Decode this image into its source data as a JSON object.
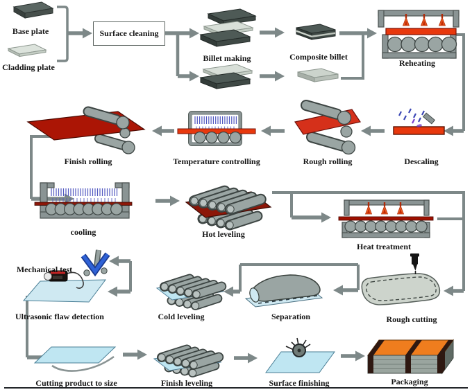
{
  "diagram": {
    "type": "process-flow",
    "labels": {
      "base_plate": "Base plate",
      "cladding_plate": "Cladding plate",
      "surface_cleaning": "Surface cleaning",
      "billet_making": "Billet making",
      "composite_billet": "Composite billet",
      "reheating": "Reheating",
      "descaling": "Descaling",
      "rough_rolling": "Rough rolling",
      "temperature_controlling": "Temperature controlling",
      "finish_rolling": "Finish rolling",
      "cooling": "cooling",
      "hot_leveling": "Hot leveling",
      "heat_treatment": "Heat treatment",
      "mechanical_test": "Mechanical test",
      "ultrasonic_flaw_detection": "Ultrasonic flaw detection",
      "cold_leveling": "Cold leveling",
      "separation": "Separation",
      "rough_cutting": "Rough cutting",
      "cutting_product_to_size": "Cutting product to size",
      "finish_leveling": "Finish leveling",
      "surface_finishing": "Surface finishing",
      "packaging": "Packaging"
    },
    "sequence": [
      "Base plate",
      "Cladding plate",
      "Surface cleaning",
      "Billet making",
      "Composite billet",
      "Reheating",
      "Descaling",
      "Rough rolling",
      "Temperature controlling",
      "Finish rolling",
      "cooling",
      "Hot leveling",
      "Heat treatment",
      "Rough cutting",
      "Separation",
      "Cold leveling",
      "Ultrasonic flaw detection",
      "Mechanical test",
      "Cutting product to size",
      "Finish leveling",
      "Surface finishing",
      "Packaging"
    ],
    "colors": {
      "connector_gray": "#7d8888",
      "hot_plate_red": "#e8380d",
      "rolled_plate_dark_red": "#8c1608",
      "finished_plate_blue": "#bfe6f2",
      "steel_dark": "#4e5a56",
      "steel_light": "#ccd4cc",
      "roller_gray": "#9aa5a3",
      "packaging_orange": "#ef7d1e",
      "spray_blue": "#3a46b4",
      "flame_orange": "#ee5f22"
    }
  }
}
